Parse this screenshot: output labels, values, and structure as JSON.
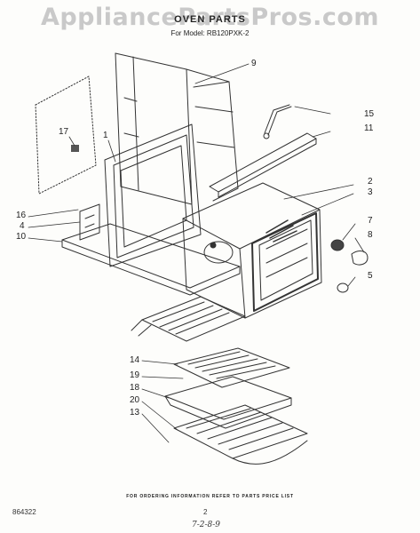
{
  "watermark": "AppliancePartsPros.com",
  "title": "OVEN PARTS",
  "subtitle": "For Model: RB120PXK-2",
  "callouts": [
    {
      "id": "9",
      "label": "9"
    },
    {
      "id": "15",
      "label": "15"
    },
    {
      "id": "11",
      "label": "11"
    },
    {
      "id": "17",
      "label": "17"
    },
    {
      "id": "1",
      "label": "1"
    },
    {
      "id": "2",
      "label": "2"
    },
    {
      "id": "3",
      "label": "3"
    },
    {
      "id": "16",
      "label": "16"
    },
    {
      "id": "4",
      "label": "4"
    },
    {
      "id": "10",
      "label": "10"
    },
    {
      "id": "7",
      "label": "7"
    },
    {
      "id": "8",
      "label": "8"
    },
    {
      "id": "5",
      "label": "5"
    },
    {
      "id": "14",
      "label": "14"
    },
    {
      "id": "19",
      "label": "19"
    },
    {
      "id": "18",
      "label": "18"
    },
    {
      "id": "20",
      "label": "20"
    },
    {
      "id": "13",
      "label": "13"
    }
  ],
  "footer": {
    "note": "FOR ORDERING INFORMATION REFER TO PARTS PRICE LIST",
    "code": "864322",
    "page": "2",
    "handwritten": "7-2-8-9"
  }
}
